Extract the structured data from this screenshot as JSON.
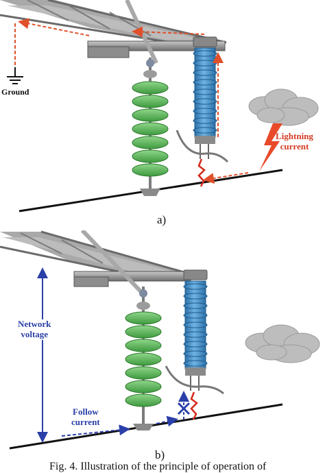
{
  "panel_a": {
    "ground_label": "Ground",
    "lightning_label": "Lightning\ncurrent",
    "sublabel": "a)"
  },
  "panel_b": {
    "voltage_label": "Network\nvoltage",
    "follow_label": "Follow\ncurrent",
    "sublabel": "b)"
  },
  "caption": "Fig. 4. Illustration of the principle of operation of",
  "colors": {
    "arrow_red": "#e0502a",
    "arrow_blue": "#2a3fa8",
    "insulator_green": "#5cb85c",
    "arrester_blue": "#3d8fc9",
    "structure_gray": "#8a8a8a",
    "spark": "#d42a1a",
    "cloud": "#bdbdbd"
  }
}
